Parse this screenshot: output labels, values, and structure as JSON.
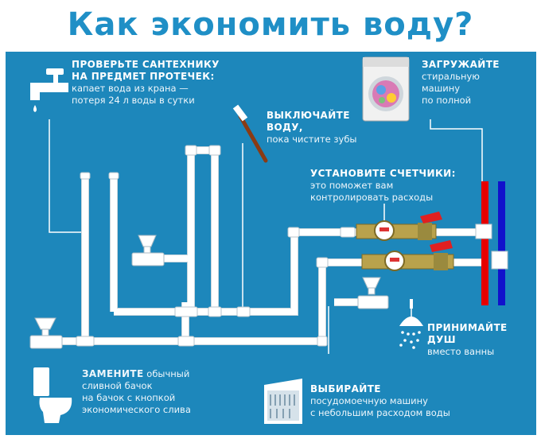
{
  "title": "Как экономить воду?",
  "colors": {
    "title": "#1f8fc6",
    "panel": "#1d87bb",
    "pipe": "#ffffff",
    "hot": "#e60000",
    "cold": "#1111cc",
    "valve": "#e02020",
    "brass": "#b9a24c"
  },
  "tips": {
    "leaks": {
      "heading_line1": "ПРОВЕРЬТЕ САНТЕХНИКУ",
      "heading_line2": "НА ПРЕДМЕТ ПРОТЕЧЕК:",
      "line1": "капает вода из крана —",
      "line2": "потеря 24 л воды в сутки"
    },
    "teeth": {
      "heading_line1": "ВЫКЛЮЧАЙТЕ",
      "heading_line2": "ВОДУ,",
      "line1": "пока чистите зубы"
    },
    "washer": {
      "heading": "ЗАГРУЖАЙТЕ",
      "line1": "стиральную",
      "line2": "машину",
      "line3": "по полной"
    },
    "meters": {
      "heading": "УСТАНОВИТЕ СЧЕТЧИКИ:",
      "line1": "это поможет вам",
      "line2": "контролировать расходы"
    },
    "shower": {
      "heading_line1": "ПРИНИМАЙТЕ",
      "heading_line2": "ДУШ",
      "line1": "вместо ванны"
    },
    "toilet": {
      "heading": "ЗАМЕНИТЕ",
      "line1_rest": " обычный",
      "line2": "сливной бачок",
      "line3": "на бачок с кнопкой",
      "line4": "экономического слива"
    },
    "dishwasher": {
      "heading": "ВЫБИРАЙТЕ",
      "line1": "посудомоечную машину",
      "line2": "с небольшим расходом воды"
    }
  },
  "icons": [
    "faucet-icon",
    "toothbrush-icon",
    "washing-machine-icon",
    "water-meter-icon",
    "shower-icon",
    "toilet-icon",
    "dishwasher-icon",
    "valve-icon"
  ]
}
